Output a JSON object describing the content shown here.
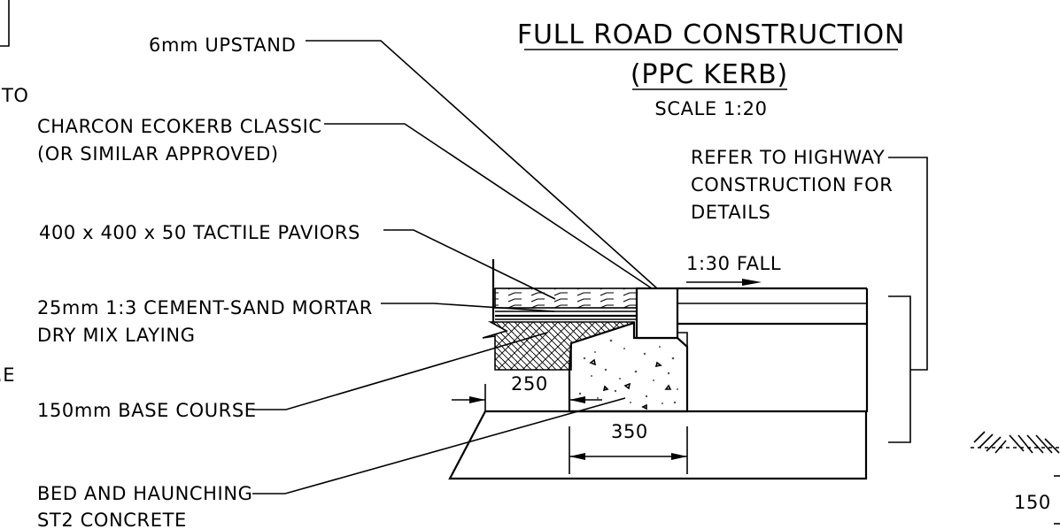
{
  "title": {
    "line1": "FULL ROAD CONSTRUCTION",
    "line2": "(PPC KERB)",
    "scale": "SCALE 1:20"
  },
  "labels": {
    "upstand": "6mm UPSTAND",
    "kerb_line1": "CHARCON ECOKERB CLASSIC",
    "kerb_line2": "(OR SIMILAR APPROVED)",
    "paviors": "400 x 400 x 50 TACTILE PAVIORS",
    "mortar_line1": "25mm 1:3 CEMENT-SAND MORTAR",
    "mortar_line2": "DRY MIX LAYING",
    "base": "150mm BASE COURSE",
    "bed_line1": "BED AND HAUNCHING",
    "bed_line2": "ST2 CONCRETE",
    "highway_line1": "REFER TO HIGHWAY",
    "highway_line2": "CONSTRUCTION FOR",
    "highway_line3": "DETAILS",
    "fall": "1:30 FALL"
  },
  "dimensions": {
    "d250": "250",
    "d350": "350",
    "d150": "150"
  },
  "cropped_left": {
    "t1": "TO",
    "t2": ".E"
  }
}
